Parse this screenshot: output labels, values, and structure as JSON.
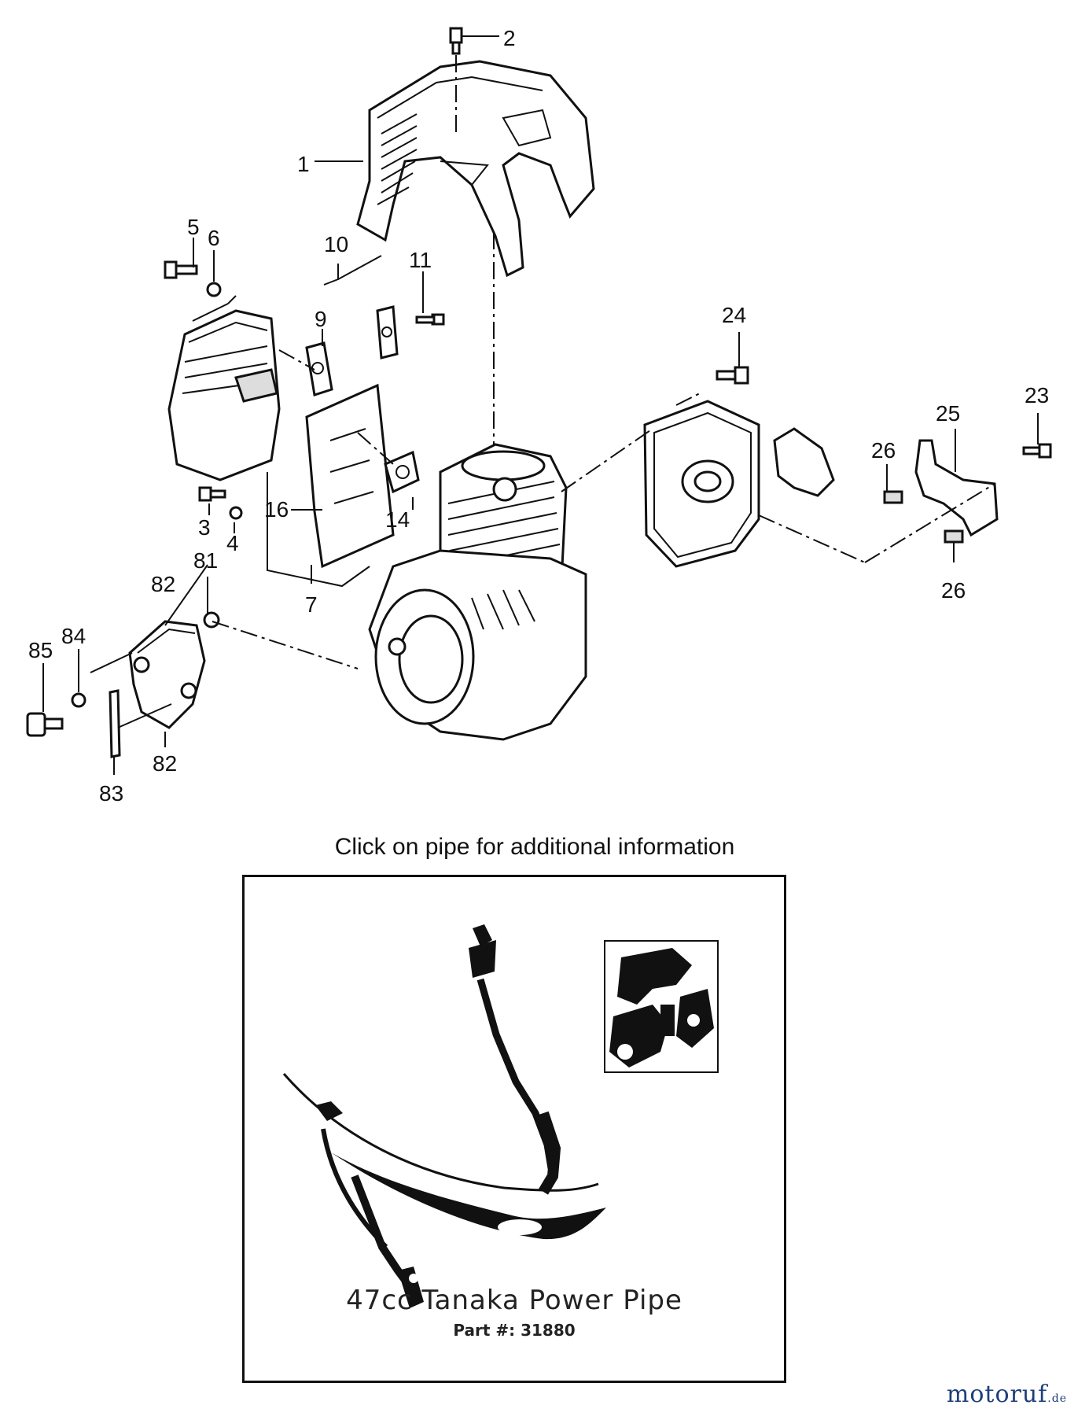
{
  "callouts": {
    "c1": "1",
    "c2": "2",
    "c3": "3",
    "c4": "4",
    "c5": "5",
    "c6": "6",
    "c7": "7",
    "c9": "9",
    "c10": "10",
    "c11": "11",
    "c14": "14",
    "c16": "16",
    "c23": "23",
    "c24": "24",
    "c25": "25",
    "c26a": "26",
    "c26b": "26",
    "c81": "81",
    "c82a": "82",
    "c82b": "82",
    "c83": "83",
    "c84": "84",
    "c85": "85"
  },
  "caption": "Click on pipe for additional information",
  "promo": {
    "product_name": "47cc Tanaka Power Pipe",
    "part_number": "Part #: 31880"
  },
  "watermark": {
    "brand": "motoruf",
    "tld": ".de"
  }
}
